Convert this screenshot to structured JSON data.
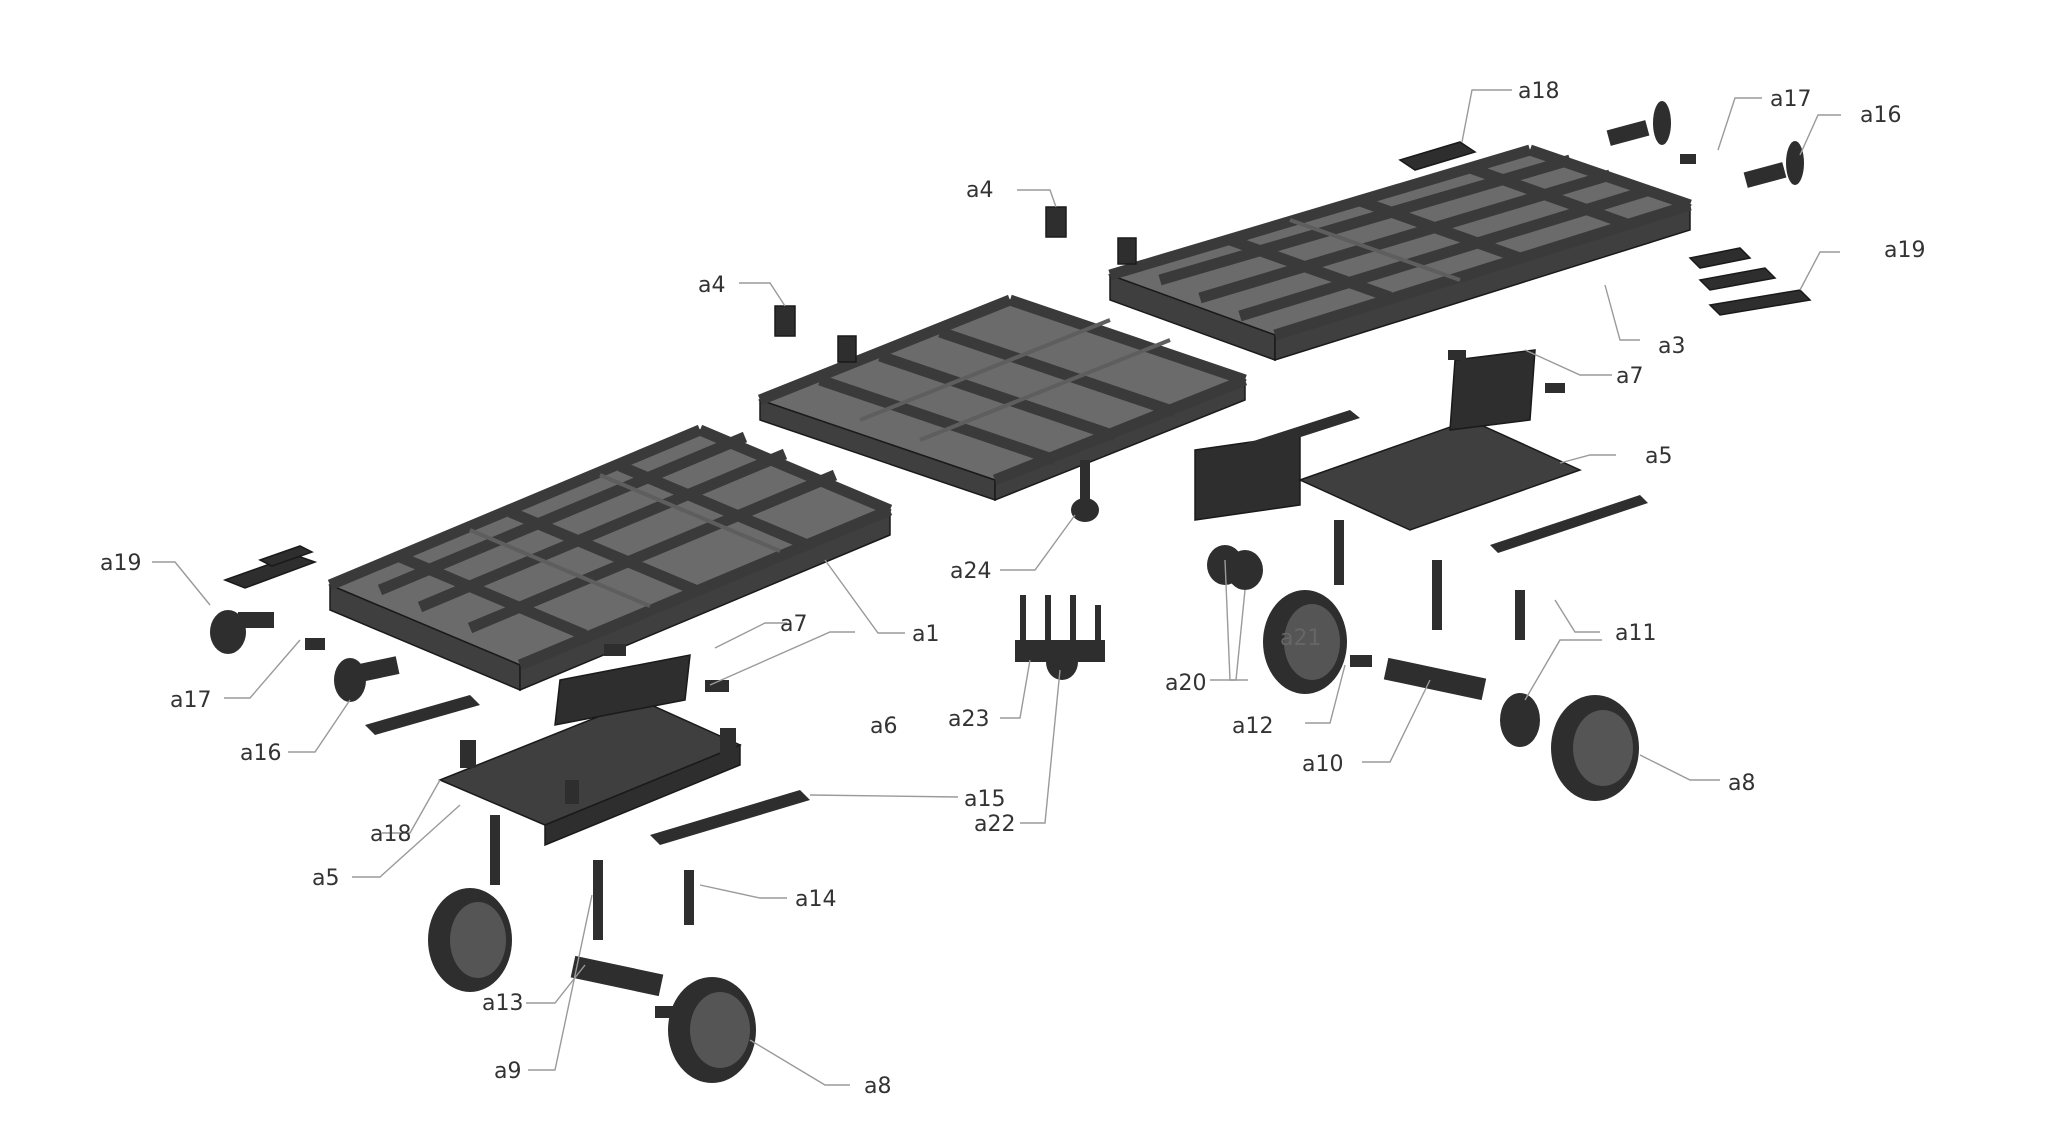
{
  "colors": {
    "part_fill": "#4a4a4a",
    "part_dark": "#2e2e2e",
    "leader": "#9a9a9a",
    "label": "#333333",
    "background": "#ffffff"
  },
  "labels": {
    "a1": "a1",
    "a3": "a3",
    "a4_left": "a4",
    "a4_right": "a4",
    "a5_left": "a5",
    "a5_right": "a5",
    "a6": "a6",
    "a7_left": "a7",
    "a7_right": "a7",
    "a8_left": "a8",
    "a8_right": "a8",
    "a9": "a9",
    "a10": "a10",
    "a11": "a11",
    "a12": "a12",
    "a13": "a13",
    "a14": "a14",
    "a15": "a15",
    "a16_left": "a16",
    "a16_right": "a16",
    "a17_left": "a17",
    "a17_right": "a17",
    "a18_left": "a18",
    "a18_right": "a18",
    "a19_left": "a19",
    "a19_right": "a19",
    "a20": "a20",
    "a21": "a21",
    "a22": "a22",
    "a23": "a23",
    "a24": "a24"
  }
}
